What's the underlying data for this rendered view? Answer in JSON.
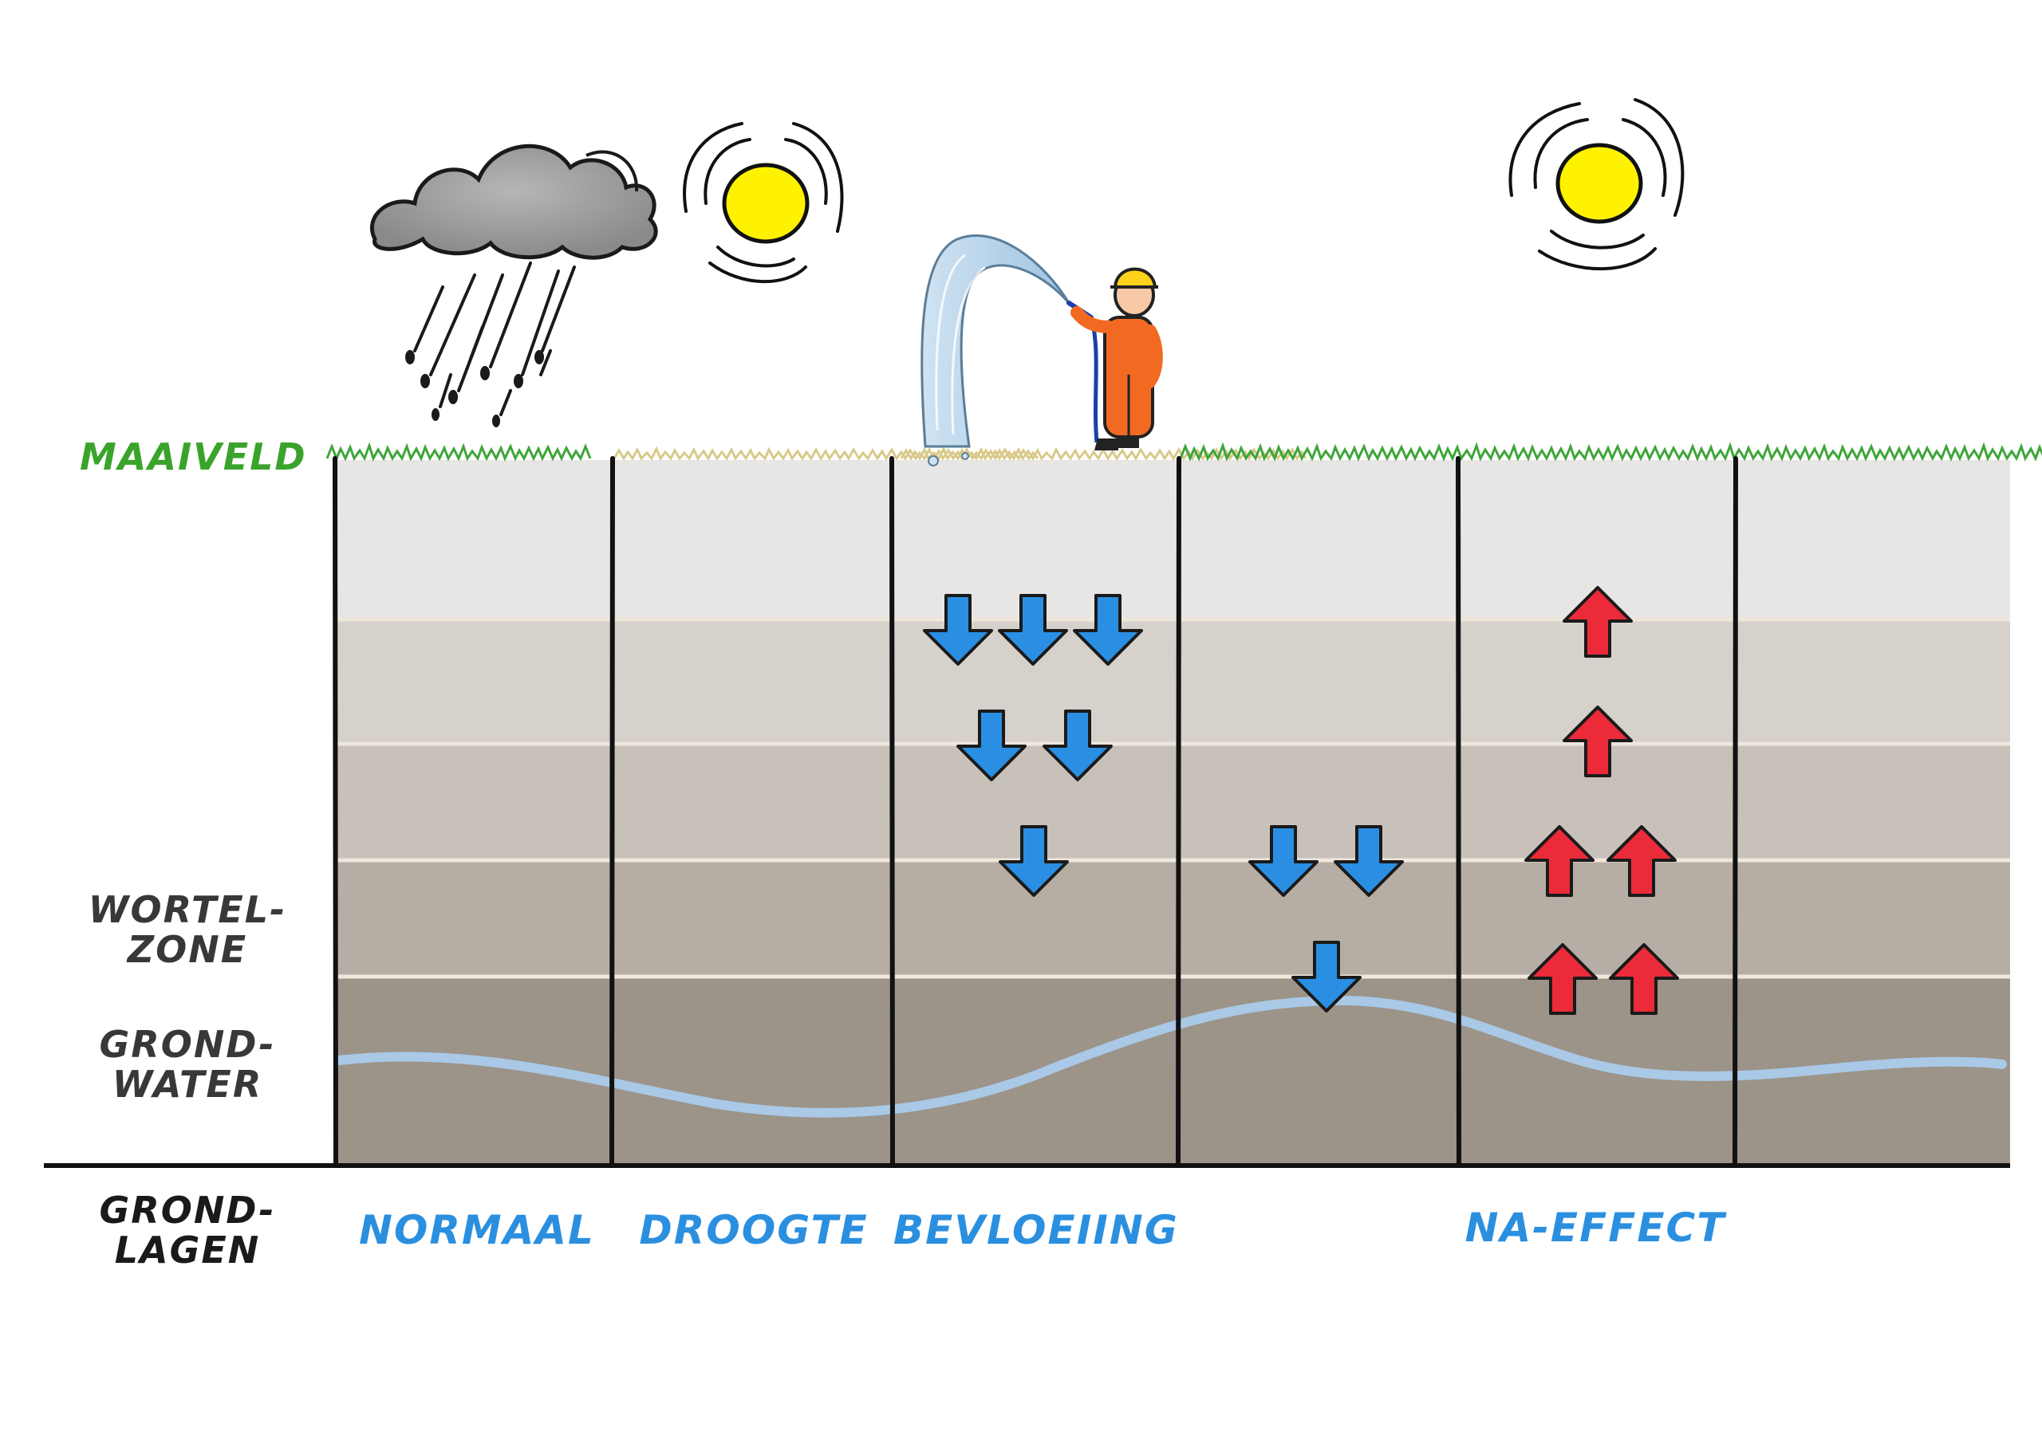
{
  "labels": {
    "surface": "MAAIVELD",
    "root_zone": [
      "WORTEL-",
      "ZONE"
    ],
    "groundwater": [
      "GROND-",
      "WATER"
    ],
    "soil_layers": [
      "GROND-",
      "LAGEN"
    ]
  },
  "scenarios": [
    {
      "label": "NORMAAL",
      "weather": "rain-cloud",
      "grass": "green"
    },
    {
      "label": "DROOGTE",
      "weather": "sun",
      "grass": "dry"
    },
    {
      "label": "BEVLOEIING",
      "weather": "irrigation-worker",
      "grass": "dry",
      "flow": "down"
    },
    {
      "label": "",
      "weather": "none",
      "grass": "green",
      "flow": "down"
    },
    {
      "label": "NA-EFFECT",
      "weather": "sun",
      "grass": "green",
      "flow": "up"
    },
    {
      "label": "",
      "weather": "none",
      "grass": "green"
    }
  ],
  "colors": {
    "surface_label": "#3aa32b",
    "scenario_label": "#2b8fe0",
    "side_label": "#3a3836",
    "water_arrow": "#2a8fe3",
    "capillary_arrow": "#ec2b3a",
    "groundwater_line": "#a9c9e6",
    "sun": "#fff200",
    "layer_1": "#e8e6e4",
    "layer_2": "#d6d1cb",
    "layer_3": "#c8c1b9",
    "layer_4": "#b6aea5",
    "layer_5": "#9c9389"
  }
}
